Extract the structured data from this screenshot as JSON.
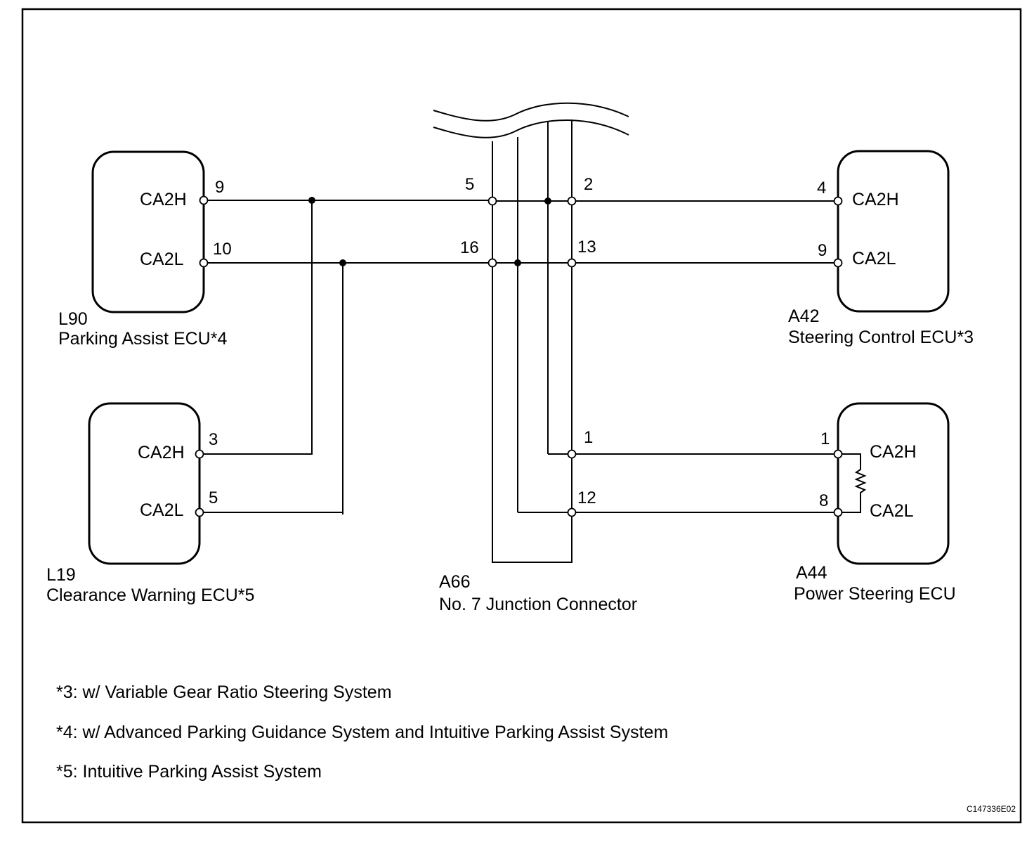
{
  "components": {
    "l90": {
      "code": "L90",
      "name": "Parking Assist ECU*4"
    },
    "a42": {
      "code": "A42",
      "name": "Steering Control ECU*3"
    },
    "l19": {
      "code": "L19",
      "name": "Clearance Warning ECU*5"
    },
    "a66": {
      "code": "A66",
      "name": "No. 7 Junction Connector"
    },
    "a44": {
      "code": "A44",
      "name": "Power Steering ECU"
    }
  },
  "terminals": {
    "l90_ca2h": {
      "label": "CA2H",
      "pin": "9"
    },
    "l90_ca2l": {
      "label": "CA2L",
      "pin": "10"
    },
    "a42_ca2h": {
      "label": "CA2H",
      "pin": "4"
    },
    "a42_ca2l": {
      "label": "CA2L",
      "pin": "9"
    },
    "l19_ca2h": {
      "label": "CA2H",
      "pin": "3"
    },
    "l19_ca2l": {
      "label": "CA2L",
      "pin": "5"
    },
    "a44_ca2h": {
      "label": "CA2H",
      "pin": "1"
    },
    "a44_ca2l": {
      "label": "CA2L",
      "pin": "8"
    }
  },
  "junction_pins": {
    "p5": "5",
    "p2": "2",
    "p16": "16",
    "p13": "13",
    "p1": "1",
    "p12": "12"
  },
  "notes": [
    "*3: w/ Variable Gear Ratio Steering System",
    "*4: w/ Advanced Parking Guidance System and Intuitive Parking Assist System",
    "*5: Intuitive Parking Assist System"
  ],
  "figure_code": "C147336E02"
}
